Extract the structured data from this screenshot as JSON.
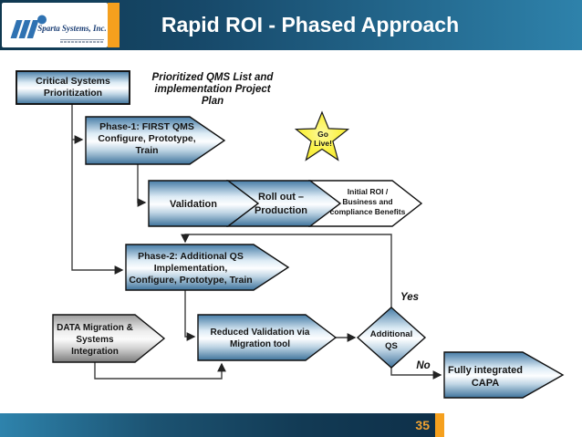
{
  "header": {
    "title": "Rapid ROI - Phased Approach",
    "company": "Sparta Systems, Inc."
  },
  "footer": {
    "page_number": "35"
  },
  "colors": {
    "header_dark": "#0f3850",
    "header_light": "#2e82ab",
    "accent_orange": "#f5a01e",
    "shape_blue_top": "#467ca6",
    "shape_blue_bottom": "#3f739c",
    "shape_gray_top": "#9b9b9b",
    "star_yellow": "#fbf247",
    "page_number_orange": "#f0a231"
  },
  "nodes": {
    "critical_systems": {
      "lines": [
        "Critical Systems",
        "Prioritization"
      ]
    },
    "note": {
      "lines": [
        "Prioritized QMS List and",
        "implementation Project",
        "Plan"
      ]
    },
    "phase1": {
      "lines": [
        "Phase-1: FIRST QMS",
        "Configure, Prototype,",
        "Train"
      ]
    },
    "star": {
      "lines": [
        "Go",
        "Live!"
      ]
    },
    "validation": {
      "lines": [
        "Validation"
      ]
    },
    "rollout": {
      "lines": [
        "Roll out –",
        "Production"
      ]
    },
    "initial_roi": {
      "lines": [
        "Initial ROI /",
        "Business and",
        "compliance Benefits"
      ]
    },
    "phase2": {
      "lines": [
        "Phase-2: Additional QS",
        "Implementation,",
        "Configure, Prototype, Train"
      ]
    },
    "data_migration": {
      "lines": [
        "DATA Migration &",
        "Systems",
        "Integration"
      ]
    },
    "reduced_validation": {
      "lines": [
        "Reduced Validation via",
        "Migration tool"
      ]
    },
    "additional_qs": {
      "lines": [
        "Additional",
        "QS"
      ]
    },
    "capa": {
      "lines": [
        "Fully integrated",
        "CAPA"
      ]
    },
    "labels": {
      "yes": "Yes",
      "no": "No"
    }
  }
}
